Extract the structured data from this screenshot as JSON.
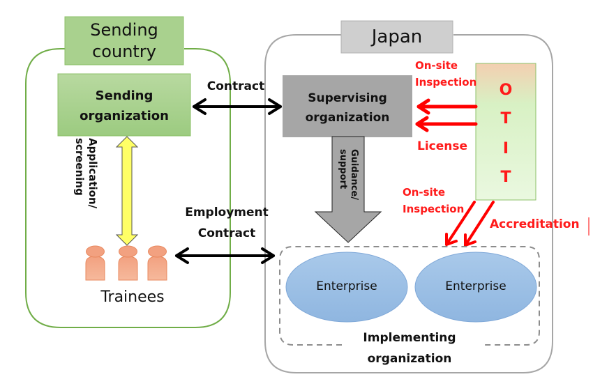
{
  "sending_country": {
    "title_line1": "Sending",
    "title_line2": "country",
    "sending_org_line1": "Sending",
    "sending_org_line2": "organization",
    "application_line1": "Application/",
    "application_line2": "screening",
    "trainees": "Trainees"
  },
  "japan": {
    "title": "Japan",
    "supervising_line1": "Supervising",
    "supervising_line2": "organization",
    "guidance_line1": "Guidance/",
    "guidance_line2": "support",
    "otit_letters": [
      "O",
      "T",
      "I",
      "T"
    ],
    "onsite1_line1": "On-site",
    "onsite1_line2": "Inspection",
    "license": "License",
    "onsite2_line1": "On-site",
    "onsite2_line2": "Inspection",
    "accreditation": "Accreditation",
    "enterprise1": "Enterprise",
    "enterprise2": "Enterprise",
    "implementing_line1": "Implementing",
    "implementing_line2": "organization"
  },
  "links": {
    "contract": "Contract",
    "employment_line1": "Employment",
    "employment_line2": "Contract"
  },
  "colors": {
    "green_border": "#70ad47",
    "green_fill": "#a9d18e",
    "gray_box": "#a6a6a6",
    "red": "#ff0000",
    "yellow": "#ffff66",
    "person": "#f4a582",
    "enterprise": "#9dc3e6"
  }
}
